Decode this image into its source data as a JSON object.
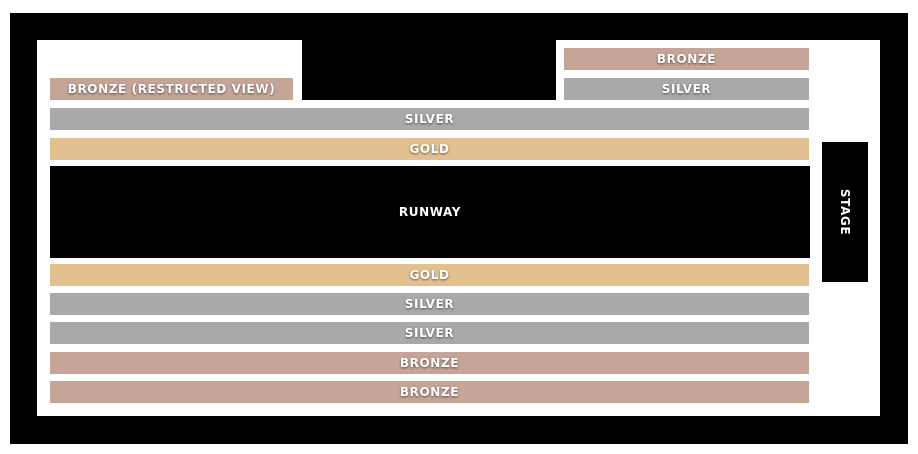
{
  "venue": {
    "stage_label": "STAGE",
    "runway_label": "RUNWAY",
    "colors": {
      "bronze": "#c4a597",
      "silver": "#a9a9a9",
      "gold": "#e2c090",
      "background": "#000000",
      "floor": "#ffffff"
    },
    "upper_left": [
      {
        "label": "BRONZE (RESTRICTED VIEW)",
        "tier": "bronze"
      }
    ],
    "upper_right": [
      {
        "label": "BRONZE",
        "tier": "bronze"
      },
      {
        "label": "SILVER",
        "tier": "silver"
      }
    ],
    "upper_full": [
      {
        "label": "SILVER",
        "tier": "silver"
      },
      {
        "label": "GOLD",
        "tier": "gold"
      }
    ],
    "lower_full": [
      {
        "label": "GOLD",
        "tier": "gold"
      },
      {
        "label": "SILVER",
        "tier": "silver"
      },
      {
        "label": "SILVER",
        "tier": "silver"
      },
      {
        "label": "BRONZE",
        "tier": "bronze"
      },
      {
        "label": "BRONZE",
        "tier": "bronze"
      }
    ]
  }
}
